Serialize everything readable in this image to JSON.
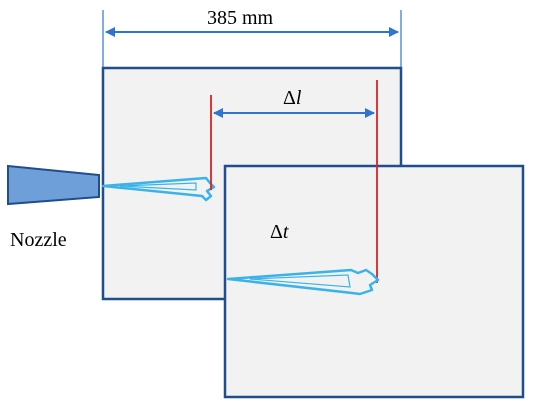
{
  "labels": {
    "width": "385 mm",
    "delta_symbol": "Δ",
    "delta_l_var": "l",
    "delta_t_var": "t",
    "nozzle": "Nozzle"
  },
  "colors": {
    "frame_border": "#1f4e8c",
    "frame_fill": "#f2f2f2",
    "arrow": "#2e75d0",
    "marker_line": "#e02020",
    "spray": "#3ab4e8",
    "nozzle_fill": "#6f9fd8",
    "nozzle_border": "#1f4e8c"
  }
}
